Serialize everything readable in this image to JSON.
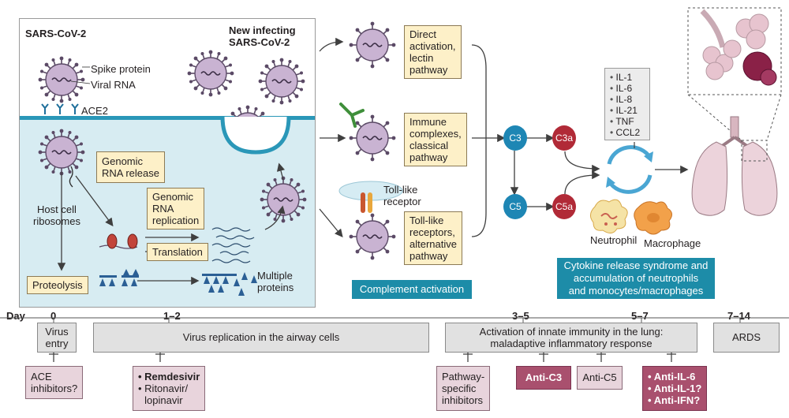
{
  "panel": {
    "sars_label": "SARS-CoV-2",
    "new_infecting_line1": "New infecting",
    "new_infecting_line2": "SARS-CoV-2",
    "spike_label": "Spike protein",
    "rna_label": "Viral RNA",
    "ace2_label": "ACE2",
    "genomic_release_line1": "Genomic",
    "genomic_release_line2": "RNA release",
    "ribosomes_line1": "Host cell",
    "ribosomes_line2": "ribosomes",
    "replication_line1": "Genomic",
    "replication_line2": "RNA",
    "replication_line3": "replication",
    "translation": "Translation",
    "proteolysis": "Proteolysis",
    "multiple_line1": "Multiple",
    "multiple_line2": "proteins"
  },
  "pathways": {
    "lectin": [
      "Direct",
      "activation,",
      "lectin",
      "pathway"
    ],
    "classical": [
      "Immune",
      "complexes,",
      "classical",
      "pathway"
    ],
    "alternative": [
      "Toll-like",
      "receptors,",
      "alternative",
      "pathway"
    ],
    "tlr_line1": "Toll-like",
    "tlr_line2": "receptor",
    "complement_activation": "Complement activation"
  },
  "complement": {
    "c3": "C3",
    "c3a": "C3a",
    "c5": "C5",
    "c5a": "C5a"
  },
  "cytokines": [
    "IL-1",
    "IL-6",
    "IL-8",
    "IL-21",
    "TNF",
    "CCL2"
  ],
  "cells": {
    "neutrophil": "Neutrophil",
    "macrophage": "Macrophage"
  },
  "crs_lines": [
    "Cytokine release syndrome and",
    "accumulation of neutrophils",
    "and monocytes/macrophages"
  ],
  "timeline": {
    "day_label": "Day",
    "days": [
      "0",
      "1–2",
      "3–5",
      "5–7",
      "7–14"
    ],
    "virus_entry": [
      "Virus",
      "entry"
    ],
    "replication": "Virus replication in the airway cells",
    "innate": [
      "Activation of innate immunity in the lung:",
      "maladaptive inflammatory response"
    ],
    "ards": "ARDS"
  },
  "drugs": {
    "ace": [
      "ACE",
      "inhibitors?"
    ],
    "remdesivir": "Remdesivir",
    "ritonavir": [
      "Ritonavir/",
      "lopinavir"
    ],
    "pathway_specific": [
      "Pathway-",
      "specific",
      "inhibitors"
    ],
    "anti_c3": "Anti-C3",
    "anti_c5": "Anti-C5",
    "anti_il6": "Anti-IL-6",
    "anti_il1": "Anti-IL-1?",
    "anti_ifn": "Anti-IFN?"
  },
  "colors": {
    "membrane": "#2a97b8",
    "cytoplasm": "#d7ecf2",
    "virus": "#c9b3d2",
    "complement_blue": "#1e86b4",
    "complement_red": "#b12a37",
    "teal_box": "#1d8ca8",
    "drug_dark": "#a9506e",
    "drug_light": "#e8d4dc",
    "pathway_box": "#fdf0c8"
  }
}
